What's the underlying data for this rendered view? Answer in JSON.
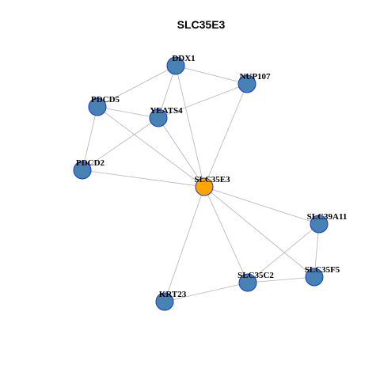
{
  "title": "SLC35E3",
  "colors": {
    "node_fill": "#4682b4",
    "center_fill": "#ffa500",
    "node_stroke": "#1f34c8",
    "edge": "#b3b3b3"
  },
  "nodes": [
    {
      "id": "DDX1",
      "label": "DDX1",
      "center": false
    },
    {
      "id": "NUP107",
      "label": "NUP107",
      "center": false
    },
    {
      "id": "PDCD5",
      "label": "PDCD5",
      "center": false
    },
    {
      "id": "YEATS4",
      "label": "YEATS4",
      "center": false
    },
    {
      "id": "PDCD2",
      "label": "PDCD2",
      "center": false
    },
    {
      "id": "SLC35E3",
      "label": "SLC35E3",
      "center": true
    },
    {
      "id": "SLC39A11",
      "label": "SLC39A11",
      "center": false
    },
    {
      "id": "SLC35F5",
      "label": "SLC35F5",
      "center": false
    },
    {
      "id": "SLC35C2",
      "label": "SLC35C2",
      "center": false
    },
    {
      "id": "KRT23",
      "label": "KRT23",
      "center": false
    }
  ],
  "edges": [
    [
      "DDX1",
      "NUP107"
    ],
    [
      "DDX1",
      "PDCD5"
    ],
    [
      "DDX1",
      "YEATS4"
    ],
    [
      "DDX1",
      "SLC35E3"
    ],
    [
      "YEATS4",
      "NUP107"
    ],
    [
      "NUP107",
      "SLC35E3"
    ],
    [
      "PDCD5",
      "YEATS4"
    ],
    [
      "PDCD5",
      "PDCD2"
    ],
    [
      "PDCD5",
      "SLC35E3"
    ],
    [
      "YEATS4",
      "PDCD2"
    ],
    [
      "YEATS4",
      "SLC35E3"
    ],
    [
      "PDCD2",
      "SLC35E3"
    ],
    [
      "SLC35E3",
      "SLC39A11"
    ],
    [
      "SLC35E3",
      "SLC35F5"
    ],
    [
      "SLC35E3",
      "SLC35C2"
    ],
    [
      "SLC35E3",
      "KRT23"
    ],
    [
      "SLC39A11",
      "SLC35C2"
    ],
    [
      "SLC39A11",
      "SLC35F5"
    ],
    [
      "SLC35C2",
      "SLC35F5"
    ],
    [
      "SLC35C2",
      "KRT23"
    ]
  ]
}
